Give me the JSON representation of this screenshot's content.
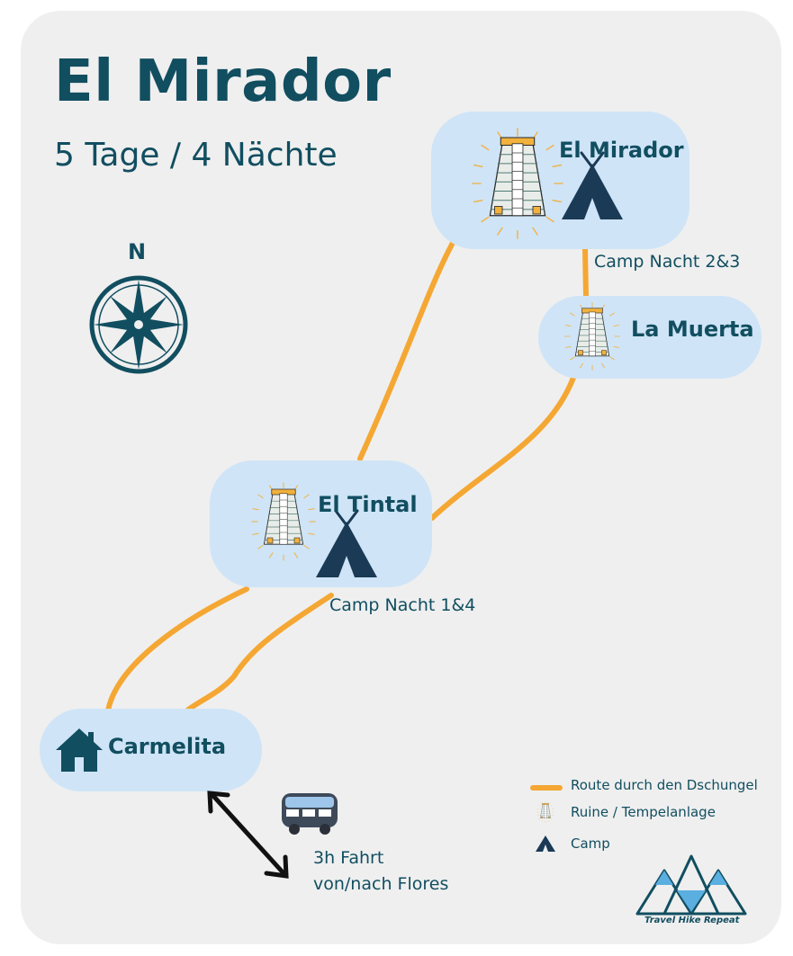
{
  "title": "El Mirador",
  "subtitle": "5 Tage / 4 Nächte",
  "compass": {
    "label": "N",
    "icon": "compass-rose-icon"
  },
  "places": {
    "el_mirador": "El Mirador",
    "la_muerta": "La Muerta",
    "el_tintal": "El Tintal",
    "carmelita": "Carmelita"
  },
  "notes": {
    "camp_mirador": "Camp Nacht 2&3",
    "camp_tintal": "Camp Nacht 1&4",
    "drive_line1": "3h Fahrt",
    "drive_line2": "von/nach Flores"
  },
  "legend": {
    "route": "Route durch den Dschungel",
    "ruin": "Ruine / Tempelanlage",
    "camp": "Camp"
  },
  "brand": "Travel Hike Repeat",
  "colors": {
    "route": "#f5a733",
    "accent_dark": "#114e60",
    "node_bg": "#cfe4f7",
    "background": "#efefef"
  }
}
